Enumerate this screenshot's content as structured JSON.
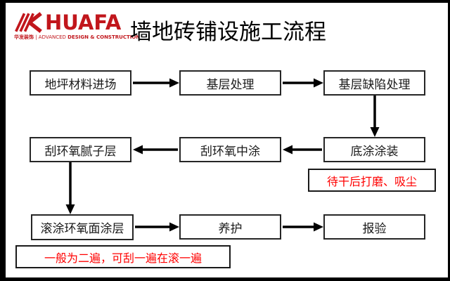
{
  "logo": {
    "brand": "HUAFA",
    "tagline_cn": "华发装饰",
    "tagline_mid": " | ADVANCED ",
    "tagline_bold": "DESIGN & CONSTRUCTION",
    "brand_color": "#c1161c"
  },
  "header": {
    "title": "墙地砖铺设施工流程"
  },
  "flowchart": {
    "nodes": [
      {
        "label": "地坪材料进场"
      },
      {
        "label": "基层处理"
      },
      {
        "label": "基层缺陷处理"
      },
      {
        "label": "刮环氧腻子层"
      },
      {
        "label": "刮环氧中涂"
      },
      {
        "label": "底涂涂装"
      },
      {
        "label": "滚涂环氧面涂层"
      },
      {
        "label": "养护"
      },
      {
        "label": "报验"
      }
    ],
    "notes": [
      {
        "text": "待干后打磨、吸尘"
      },
      {
        "text": "一般为二遍，可刮一遍在滚一遍"
      }
    ],
    "colors": {
      "note_text": "#ff0000",
      "box_border": "#262626",
      "arrow": "#000000",
      "frame": "#000000"
    }
  }
}
